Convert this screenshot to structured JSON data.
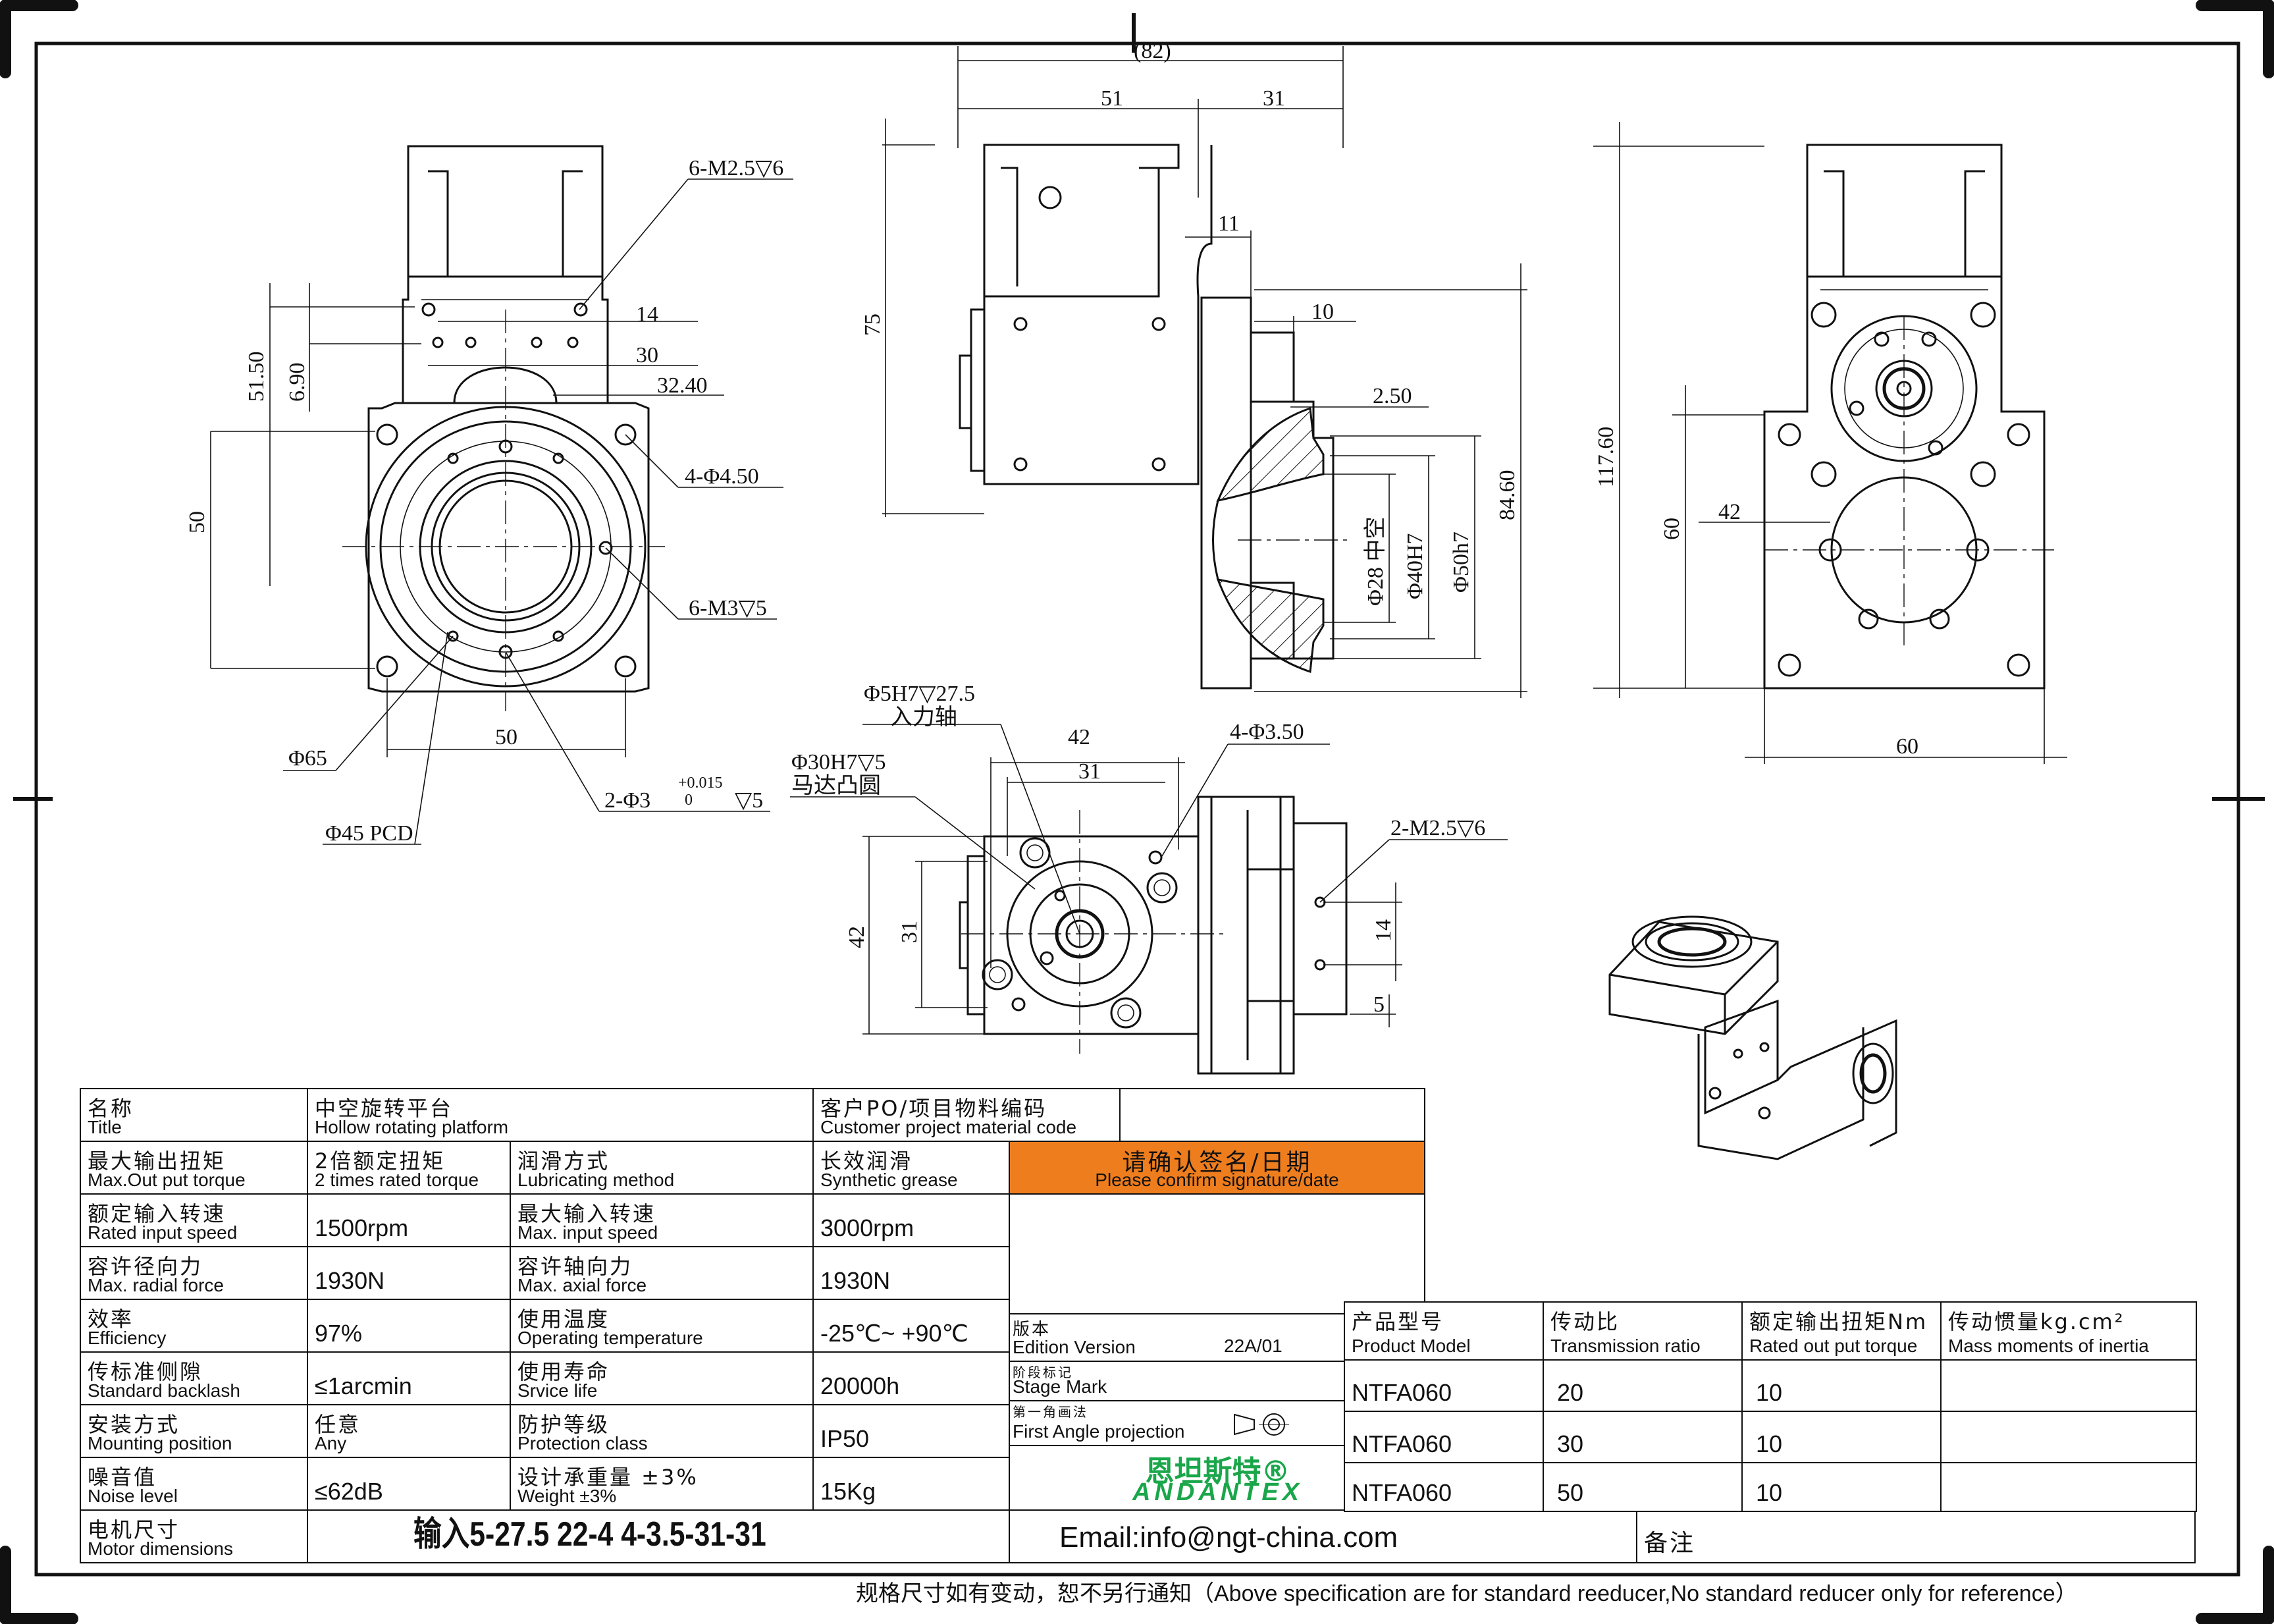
{
  "drawing": {
    "front_view": {
      "dims": {
        "d14": "14",
        "d30": "30",
        "d32_40": "32.40",
        "d51_50": "51.50",
        "d6_90": "6.90",
        "d50_left": "50",
        "d50_bottom": "50"
      },
      "callouts": {
        "m25": "6-M2.5▽6",
        "hole45": "4-Φ4.50",
        "m3": "6-M3▽5",
        "d65": "Φ65",
        "pin": "2-Φ3",
        "tol_up": "+0.015",
        "tol_lo": "0",
        "pin_depth": "▽5",
        "pcd": "Φ45 PCD"
      }
    },
    "side_view": {
      "dims": {
        "d82": "(82)",
        "d51": "51",
        "d31": "31",
        "d11": "11",
        "d10": "10",
        "d2_50": "2.50",
        "d75": "75",
        "d84_60": "84.60",
        "d50h7": "Φ50h7",
        "d40h7": "Φ40H7",
        "d28": "Φ28 中空"
      }
    },
    "right_view": {
      "dims": {
        "d117_60": "117.60",
        "d60_v": "60",
        "d42": "42",
        "d60_h": "60"
      }
    },
    "input_view": {
      "dims": {
        "d42_top": "42",
        "d31_top": "31",
        "d42_left": "42",
        "d31_left": "31",
        "d14": "14",
        "d5": "5"
      },
      "callouts": {
        "shaft": "Φ5H7▽27.5",
        "shaft_cn": "入力轴",
        "boss": "Φ30H7▽5",
        "boss_cn": "马达凸圆",
        "holes": "4-Φ3.50",
        "m25": "2-M2.5▽6"
      }
    }
  },
  "title_block": {
    "title": {
      "cn": "名称",
      "en": "Title",
      "value_cn": "中空旋转平台",
      "value_en": "Hollow rotating platform"
    },
    "customer": {
      "cn": "客户PO/项目物料编码",
      "en": "Customer project material code",
      "value": ""
    },
    "max_torque": {
      "cn": "最大输出扭矩",
      "en": "Max.Out put torque",
      "value_cn": "2倍额定扭矩",
      "value_en": "2 times rated torque"
    },
    "lubrication": {
      "cn": "润滑方式",
      "en": "Lubricating method",
      "value_cn": "长效润滑",
      "value_en": "Synthetic grease"
    },
    "confirm": {
      "cn": "请确认签名/日期",
      "en": "Please confirm signature/date"
    },
    "rated_speed": {
      "cn": "额定输入转速",
      "en": "Rated input speed",
      "value": "1500rpm"
    },
    "max_speed": {
      "cn": "最大输入转速",
      "en": "Max. input speed",
      "value": "3000rpm"
    },
    "radial": {
      "cn": "容许径向力",
      "en": "Max. radial force",
      "value": "1930N"
    },
    "axial": {
      "cn": "容许轴向力",
      "en": "Max. axial force",
      "value": "1930N"
    },
    "efficiency": {
      "cn": "效率",
      "en": "Efficiency",
      "value": "97%"
    },
    "temperature": {
      "cn": "使用温度",
      "en": "Operating temperature",
      "value": "-25℃~ +90℃"
    },
    "backlash": {
      "cn": "传标准侧隙",
      "en": "Standard backlash",
      "value": "≤1arcmin"
    },
    "life": {
      "cn": "使用寿命",
      "en": "Srvice life",
      "value": "20000h"
    },
    "mounting": {
      "cn": "安装方式",
      "en": "Mounting position",
      "value_cn": "任意",
      "value_en": "Any"
    },
    "protection": {
      "cn": "防护等级",
      "en": "Protection class",
      "value": "IP50"
    },
    "noise": {
      "cn": "噪音值",
      "en": "Noise level",
      "value": "≤62dB"
    },
    "weight": {
      "cn": "设计承重量 ±3%",
      "en": "Weight ±3%",
      "value": "15Kg"
    },
    "motor": {
      "cn": "电机尺寸",
      "en": "Motor dimensions",
      "value": "输入5-27.5 22-4 4-3.5-31-31"
    },
    "edition": {
      "cn": "版本",
      "en": "Edition Version",
      "value": "22A/01"
    },
    "stage": {
      "cn": "阶段标记",
      "en": "Stage Mark"
    },
    "projection": {
      "cn": "第一角画法",
      "en": "First Angle projection"
    },
    "logo_cn": "恩坦斯特®",
    "logo_en": "ANDANTEX",
    "email": "Email:info@ngt-china.com",
    "notes": "备注",
    "product_table": {
      "headers": [
        {
          "cn": "产品型号",
          "en": "Product Model"
        },
        {
          "cn": "传动比",
          "en": "Transmission ratio"
        },
        {
          "cn": "额定输出扭矩Nm",
          "en": "Rated out put torque"
        },
        {
          "cn": "传动惯量kg.cm²",
          "en": "Mass moments of inertia"
        }
      ],
      "rows": [
        [
          "NTFA060",
          "20",
          "10",
          ""
        ],
        [
          "NTFA060",
          "30",
          "10",
          ""
        ],
        [
          "NTFA060",
          "50",
          "10",
          ""
        ]
      ]
    },
    "footer": "规格尺寸如有变动，恕不另行通知（Above specification are for standard reeducer,No standard reducer only for reference）"
  }
}
